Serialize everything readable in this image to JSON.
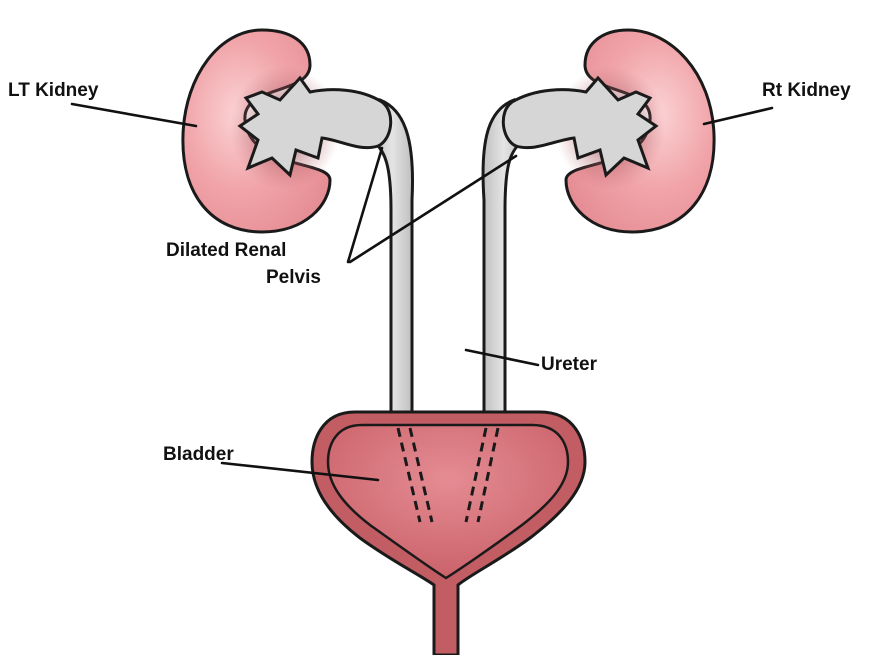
{
  "labels": {
    "lt_kidney": "LT Kidney",
    "rt_kidney": "Rt Kidney",
    "dilated_renal_line1": "Dilated Renal",
    "dilated_renal_line2": "Pelvis",
    "ureter": "Ureter",
    "bladder": "Bladder"
  },
  "colors": {
    "kidney_fill": "#f0a3a8",
    "kidney_shadow": "#9c4a52",
    "pelvis_fill": "#d6d6d6",
    "bladder_outer": "#c25d64",
    "bladder_inner": "#d7727a",
    "outline": "#1a1a1a"
  }
}
